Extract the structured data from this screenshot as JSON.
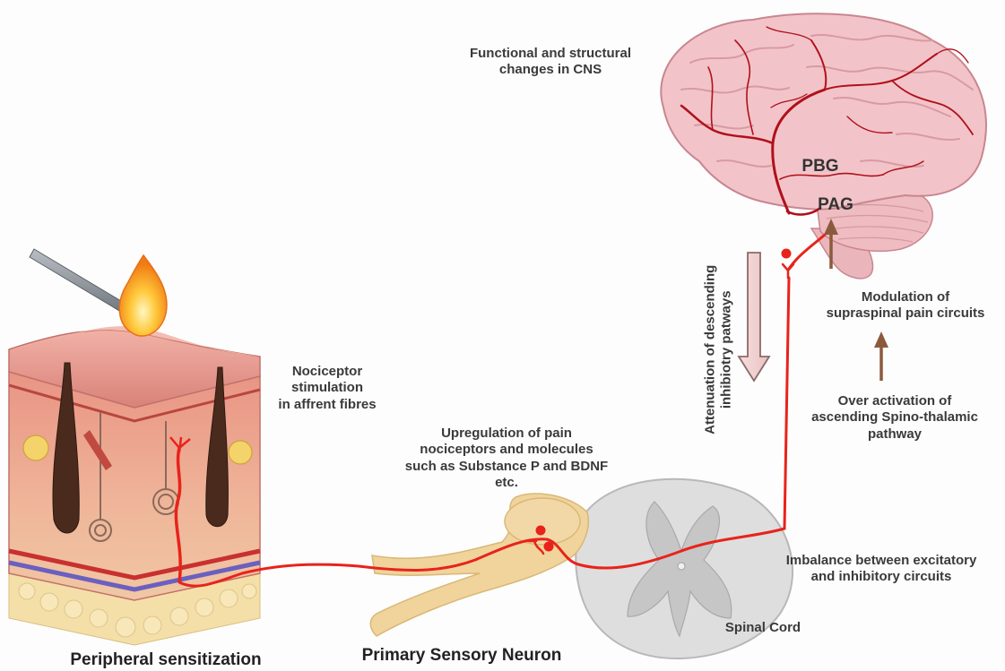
{
  "labels": {
    "cns_changes": "Functional and structural\nchanges in CNS",
    "pbg": "PBG",
    "pag": "PAG",
    "attenuation": "Attenuation of descending\ninhibiotry patways",
    "modulation": "Modulation of\nsupraspinal pain circuits",
    "over_activation": "Over activation of\nascending Spino-thalamic\npathway",
    "nociceptor": "Nociceptor\nstimulation\nin affrent fibres",
    "upregulation": "Upregulation of pain\nnociceptors and molecules\nsuch as Substance P and BDNF\netc.",
    "imbalance": "Imbalance between excitatory\nand inhibitory circuits",
    "spinal_cord": "Spinal Cord",
    "peripheral": "Peripheral sensitization",
    "primary_neuron": "Primary Sensory Neuron"
  },
  "colors": {
    "pathway_red": "#e8231b",
    "arrow_brown": "#8b5a3c",
    "brain_pink": "#f2c4c9",
    "vessel_red": "#b0101a",
    "neuron_tan": "#f0d49c",
    "cord_grey": "#d6d6d6",
    "skin_pink": "#e8a09a"
  }
}
